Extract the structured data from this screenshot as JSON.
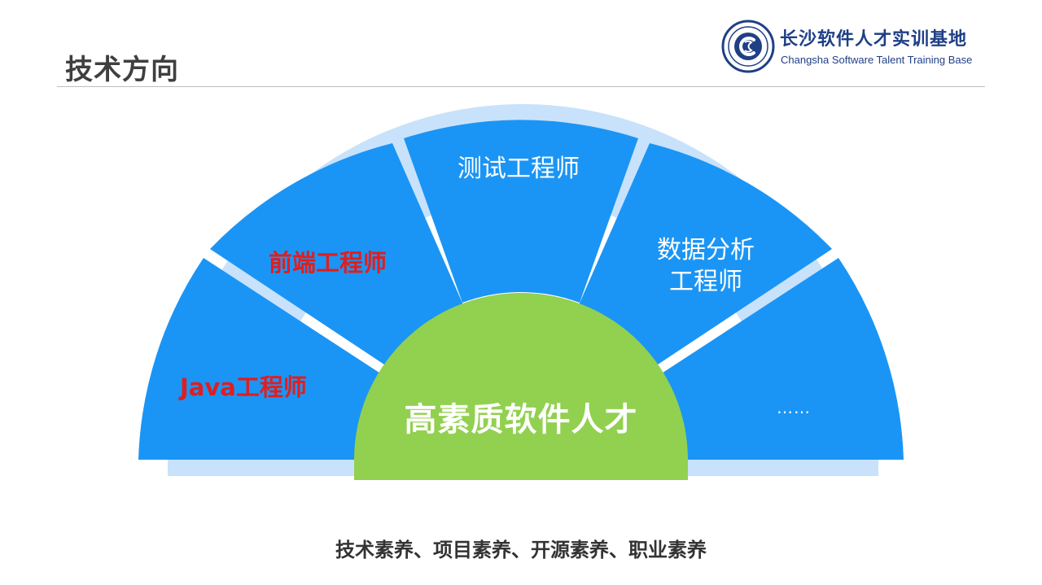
{
  "header": {
    "title": "技术方向",
    "brand_name": "长沙软件人才实训基地",
    "brand_subtitle": "Changsha Software Talent Training Base"
  },
  "diagram": {
    "center_label": "高素质软件人才",
    "segments": [
      {
        "label": "Java工程师",
        "highlight": true
      },
      {
        "label": "前端工程师",
        "highlight": true
      },
      {
        "label": "测试工程师",
        "highlight": false
      },
      {
        "label_lines": [
          "数据分析",
          "工程师"
        ],
        "highlight": false
      },
      {
        "label": "……",
        "highlight": false
      }
    ]
  },
  "footer": {
    "text": "技术素养、项目素养、开源素养、职业素养"
  },
  "colors": {
    "segment_blue": "#1a95f5",
    "segment_shadow": "#c8e2fb",
    "center_green": "#92d050",
    "highlight_red": "#e01e1e",
    "brand_navy": "#1f3f86"
  }
}
